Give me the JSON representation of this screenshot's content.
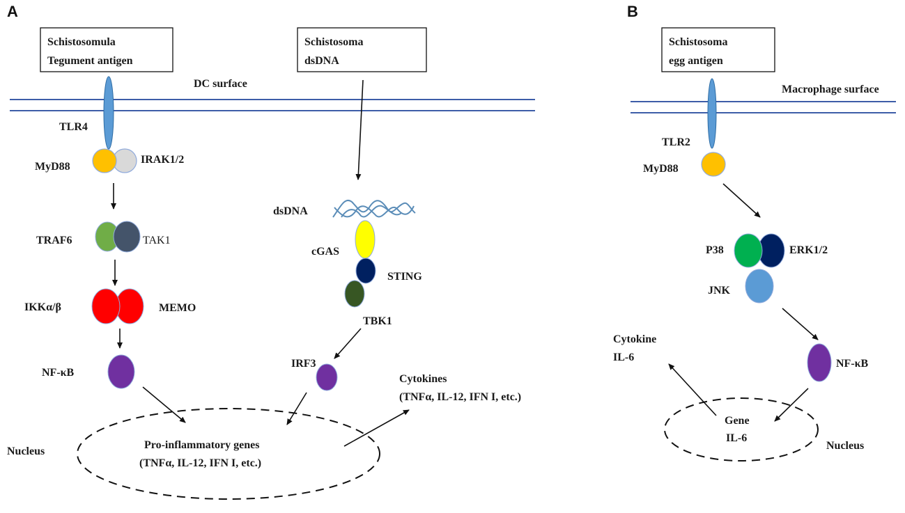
{
  "panels": {
    "a": "A",
    "b": "B"
  },
  "panel_a": {
    "box1": {
      "line1": "Schistosomula",
      "line2": "Tegument antigen"
    },
    "box2": {
      "line1": "Schistosoma",
      "line2": "dsDNA"
    },
    "membrane_label": "DC surface",
    "tlr4": "TLR4",
    "myd88": "MyD88",
    "irak": "IRAK1/2",
    "traf6": "TRAF6",
    "tak1": "TAK1",
    "ikk": "IKKα/β",
    "memo": "MEMO",
    "nfkb": "NF-κB",
    "nucleus": "Nucleus",
    "genes": {
      "line1": "Pro-inflammatory genes",
      "line2": "(TNFα, IL-12, IFN I, etc.)"
    },
    "dsdna": "dsDNA",
    "cgas": "cGAS",
    "sting": "STING",
    "tbk1": "TBK1",
    "irf3": "IRF3",
    "cytokines": {
      "line1": "Cytokines",
      "line2": "(TNFα, IL-12, IFN I, etc.)"
    }
  },
  "panel_b": {
    "box": {
      "line1": "Schistosoma",
      "line2": "egg antigen"
    },
    "membrane_label": "Macrophage surface",
    "tlr2": "TLR2",
    "myd88": "MyD88",
    "p38": "P38",
    "erk": "ERK1/2",
    "jnk": "JNK",
    "nfkb": "NF-κB",
    "cytokine": {
      "line1": "Cytokine",
      "line2": "IL-6"
    },
    "gene": {
      "line1": "Gene",
      "line2": "IL-6"
    },
    "nucleus": "Nucleus"
  },
  "colors": {
    "membrane": "#3d5da8",
    "receptor": "#5b9bd5",
    "myd88": "#ffc000",
    "irak": "#d9d9d9",
    "traf6": "#70ad47",
    "tak1": "#44546a",
    "ikk": "#ff0000",
    "nfkb": "#7030a0",
    "cgas": "#ffff00",
    "sting": "#002060",
    "tbk1": "#375623",
    "p38": "#00b050",
    "erk": "#002060",
    "jnk": "#5b9bd5",
    "dna": "#5b8db8"
  }
}
